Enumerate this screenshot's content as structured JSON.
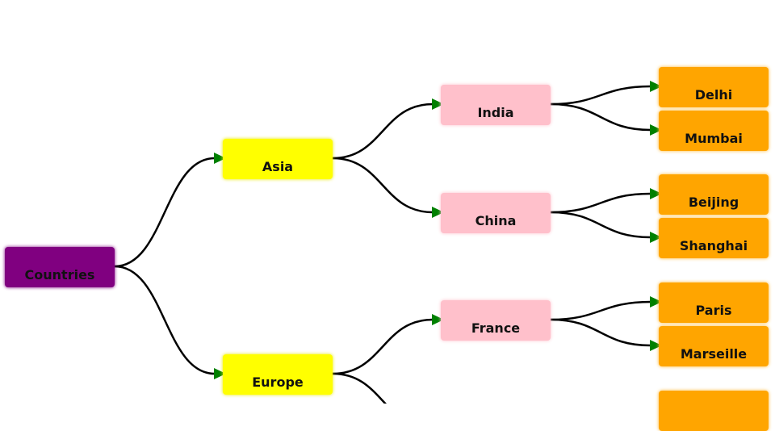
{
  "colors": {
    "root": "#800080",
    "level1": "#ffff00",
    "level2": "#ffc0cb",
    "level3": "#ffa500",
    "edge": "#000000",
    "arrow": "#008000"
  },
  "root": {
    "label": "Countries"
  },
  "continents": [
    {
      "label": "Asia"
    },
    {
      "label": "Europe"
    }
  ],
  "countries": [
    {
      "label": "India"
    },
    {
      "label": "China"
    },
    {
      "label": "France"
    }
  ],
  "cities": [
    {
      "label": "Delhi"
    },
    {
      "label": "Mumbai"
    },
    {
      "label": "Beijing"
    },
    {
      "label": "Shanghai"
    },
    {
      "label": "Paris"
    },
    {
      "label": "Marseille"
    }
  ]
}
